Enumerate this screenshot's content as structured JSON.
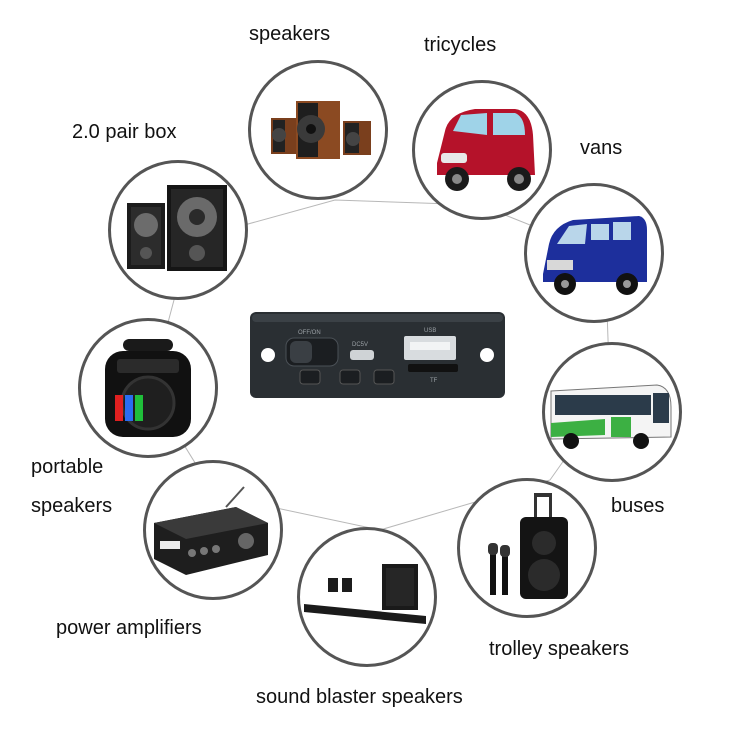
{
  "labels": {
    "speakers": "speakers",
    "tricycles": "tricycles",
    "pair_box": "2.0 pair box",
    "vans": "vans",
    "portable_1": "portable",
    "portable_2": "speakers",
    "buses": "buses",
    "power_amplifiers": "power amplifiers",
    "trolley_speakers": "trolley speakers",
    "sound_blaster": "sound blaster speakers"
  },
  "module": {
    "switch_label": "OFF/ON",
    "dc_label": "DC5V",
    "usb_label": "USB",
    "tf_label": "TF"
  },
  "icons": {
    "speakers": "speakers-photo-icon",
    "tricycle": "tricycle-photo-icon",
    "pair_box": "pair-box-photo-icon",
    "van": "van-photo-icon",
    "portable": "portable-speaker-photo-icon",
    "bus": "bus-photo-icon",
    "amplifier": "amplifier-photo-icon",
    "trolley": "trolley-speaker-photo-icon",
    "soundbar": "soundbar-photo-icon"
  },
  "colors": {
    "circle_border": "#555555",
    "line": "#b8b8b8",
    "tricycle_red": "#b5122a",
    "van_blue": "#1d2f9c",
    "bus_green": "#3cb043",
    "module_body": "#2a2f33"
  }
}
